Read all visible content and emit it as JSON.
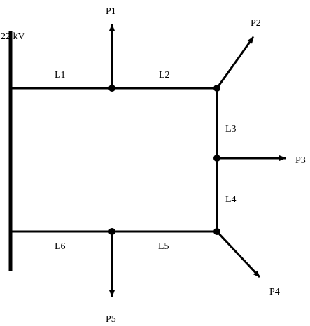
{
  "diagram": {
    "bus_label": "22 kV",
    "line_labels": {
      "L1": "L1",
      "L2": "L2",
      "L3": "L3",
      "L4": "L4",
      "L5": "L5",
      "L6": "L6"
    },
    "load_labels": {
      "P1": "P1",
      "P2": "P2",
      "P3": "P3",
      "P4": "P4",
      "P5": "P5"
    },
    "colors": {
      "stroke": "#000000",
      "background": "#ffffff"
    }
  }
}
